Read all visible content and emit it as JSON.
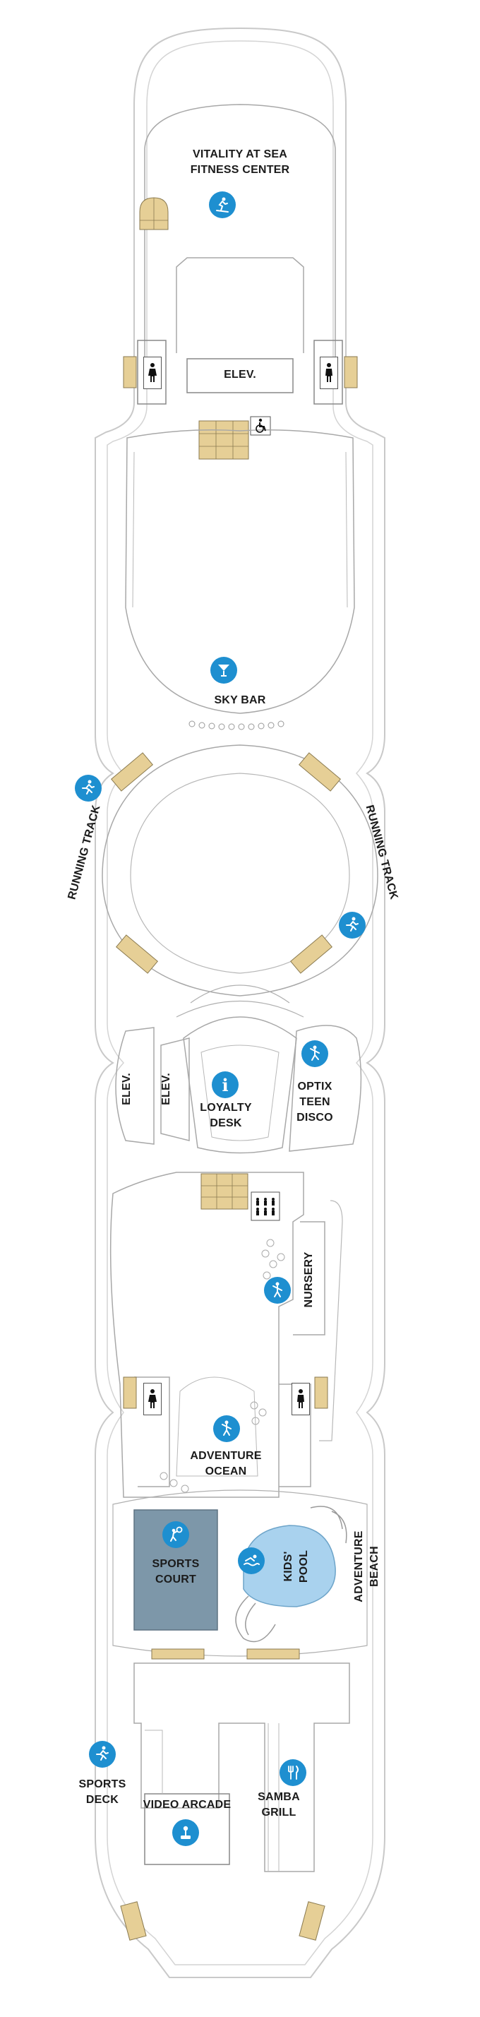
{
  "colors": {
    "hull_stroke": "#c9c9c9",
    "wall_stroke": "#9a9a9a",
    "stairs": "#e6cf96",
    "icon_blue": "#1e8fd0",
    "sports_court": "#7d97a9",
    "pool": "#a9d2ee"
  },
  "labels": {
    "fitness": "VITALITY AT SEA\nFITNESS CENTER",
    "elev_top": "ELEV.",
    "sky_bar": "SKY BAR",
    "running_track_left": "RUNNING TRACK",
    "running_track_right": "RUNNING TRACK",
    "elev_mid_1": "ELEV.",
    "elev_mid_2": "ELEV.",
    "loyalty_desk": "LOYALTY\nDESK",
    "optix": "OPTIX\nTEEN\nDISCO",
    "nursery": "NURSERY",
    "adventure_ocean": "ADVENTURE\nOCEAN",
    "sports_court": "SPORTS\nCOURT",
    "kids_pool": "KIDS'\nPOOL",
    "adventure_beach": "ADVENTURE\nBEACH",
    "sports_deck": "SPORTS\nDECK",
    "video_arcade": "VIDEO ARCADE",
    "samba_grill": "SAMBA\nGRILL"
  },
  "icons": {
    "fitness": "fitness-icon",
    "wheelchair": "wheelchair-icon",
    "sky_bar": "cocktail-icon",
    "running": "running-icon",
    "info": "info-icon",
    "teen": "teen-dance-icon",
    "kids": "kids-icon",
    "sports": "basketball-icon",
    "pool": "swimmer-icon",
    "arcade": "joystick-icon",
    "dining": "dining-icon",
    "restroom_women": "women-restroom-icon",
    "restroom_men": "men-restroom-icon"
  }
}
